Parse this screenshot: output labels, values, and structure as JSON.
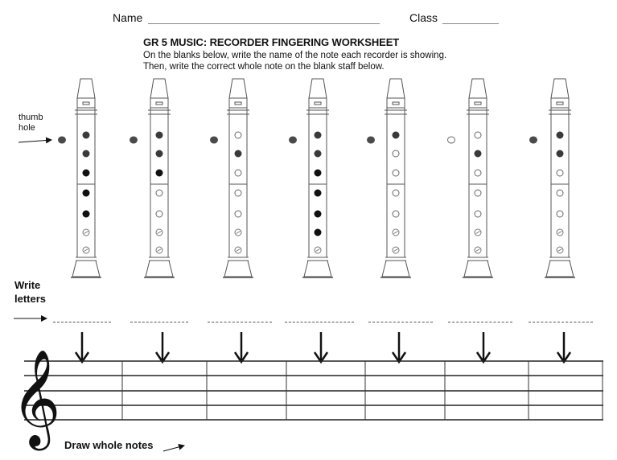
{
  "header": {
    "name_label": "Name",
    "class_label": "Class"
  },
  "worksheet": {
    "title": "GR 5 MUSIC: RECORDER FINGERING WORKSHEET",
    "instructions": [
      "On the blanks below, write the name of the note each recorder is showing.",
      "Then, write the correct whole note on the blank staff below."
    ]
  },
  "labels": {
    "thumb_hole_line1": "thumb",
    "thumb_hole_line2": "hole",
    "write_letters_line1": "Write",
    "write_letters_line2": "letters",
    "draw_whole_notes": "Draw whole notes"
  },
  "recorders": [
    {
      "index": 1,
      "thumb": "closed",
      "holes": [
        "closed",
        "closed",
        "closed",
        "closed",
        "closed",
        "open",
        "open"
      ]
    },
    {
      "index": 2,
      "thumb": "closed",
      "holes": [
        "closed",
        "closed",
        "closed",
        "open",
        "open",
        "open",
        "open"
      ]
    },
    {
      "index": 3,
      "thumb": "closed",
      "holes": [
        "open",
        "closed",
        "open",
        "open",
        "open",
        "open",
        "open"
      ]
    },
    {
      "index": 4,
      "thumb": "closed",
      "holes": [
        "closed",
        "closed",
        "closed",
        "closed",
        "closed",
        "closed",
        "open"
      ]
    },
    {
      "index": 5,
      "thumb": "closed",
      "holes": [
        "closed",
        "open",
        "open",
        "open",
        "open",
        "open",
        "open"
      ]
    },
    {
      "index": 6,
      "thumb": "open",
      "holes": [
        "open",
        "closed",
        "open",
        "open",
        "open",
        "open",
        "open"
      ]
    },
    {
      "index": 7,
      "thumb": "closed",
      "holes": [
        "closed",
        "closed",
        "open",
        "open",
        "open",
        "open",
        "open"
      ]
    }
  ],
  "answer_blanks": [
    "",
    "",
    "",
    "",
    "",
    "",
    ""
  ],
  "staff": {
    "clef": "treble-clef",
    "measures": 7
  },
  "colors": {
    "ink": "#111111",
    "thumb_fill": "#4a4a4a",
    "hole_dark": "#111111",
    "hole_grey": "#3a3a3a",
    "outline": "#555555"
  }
}
